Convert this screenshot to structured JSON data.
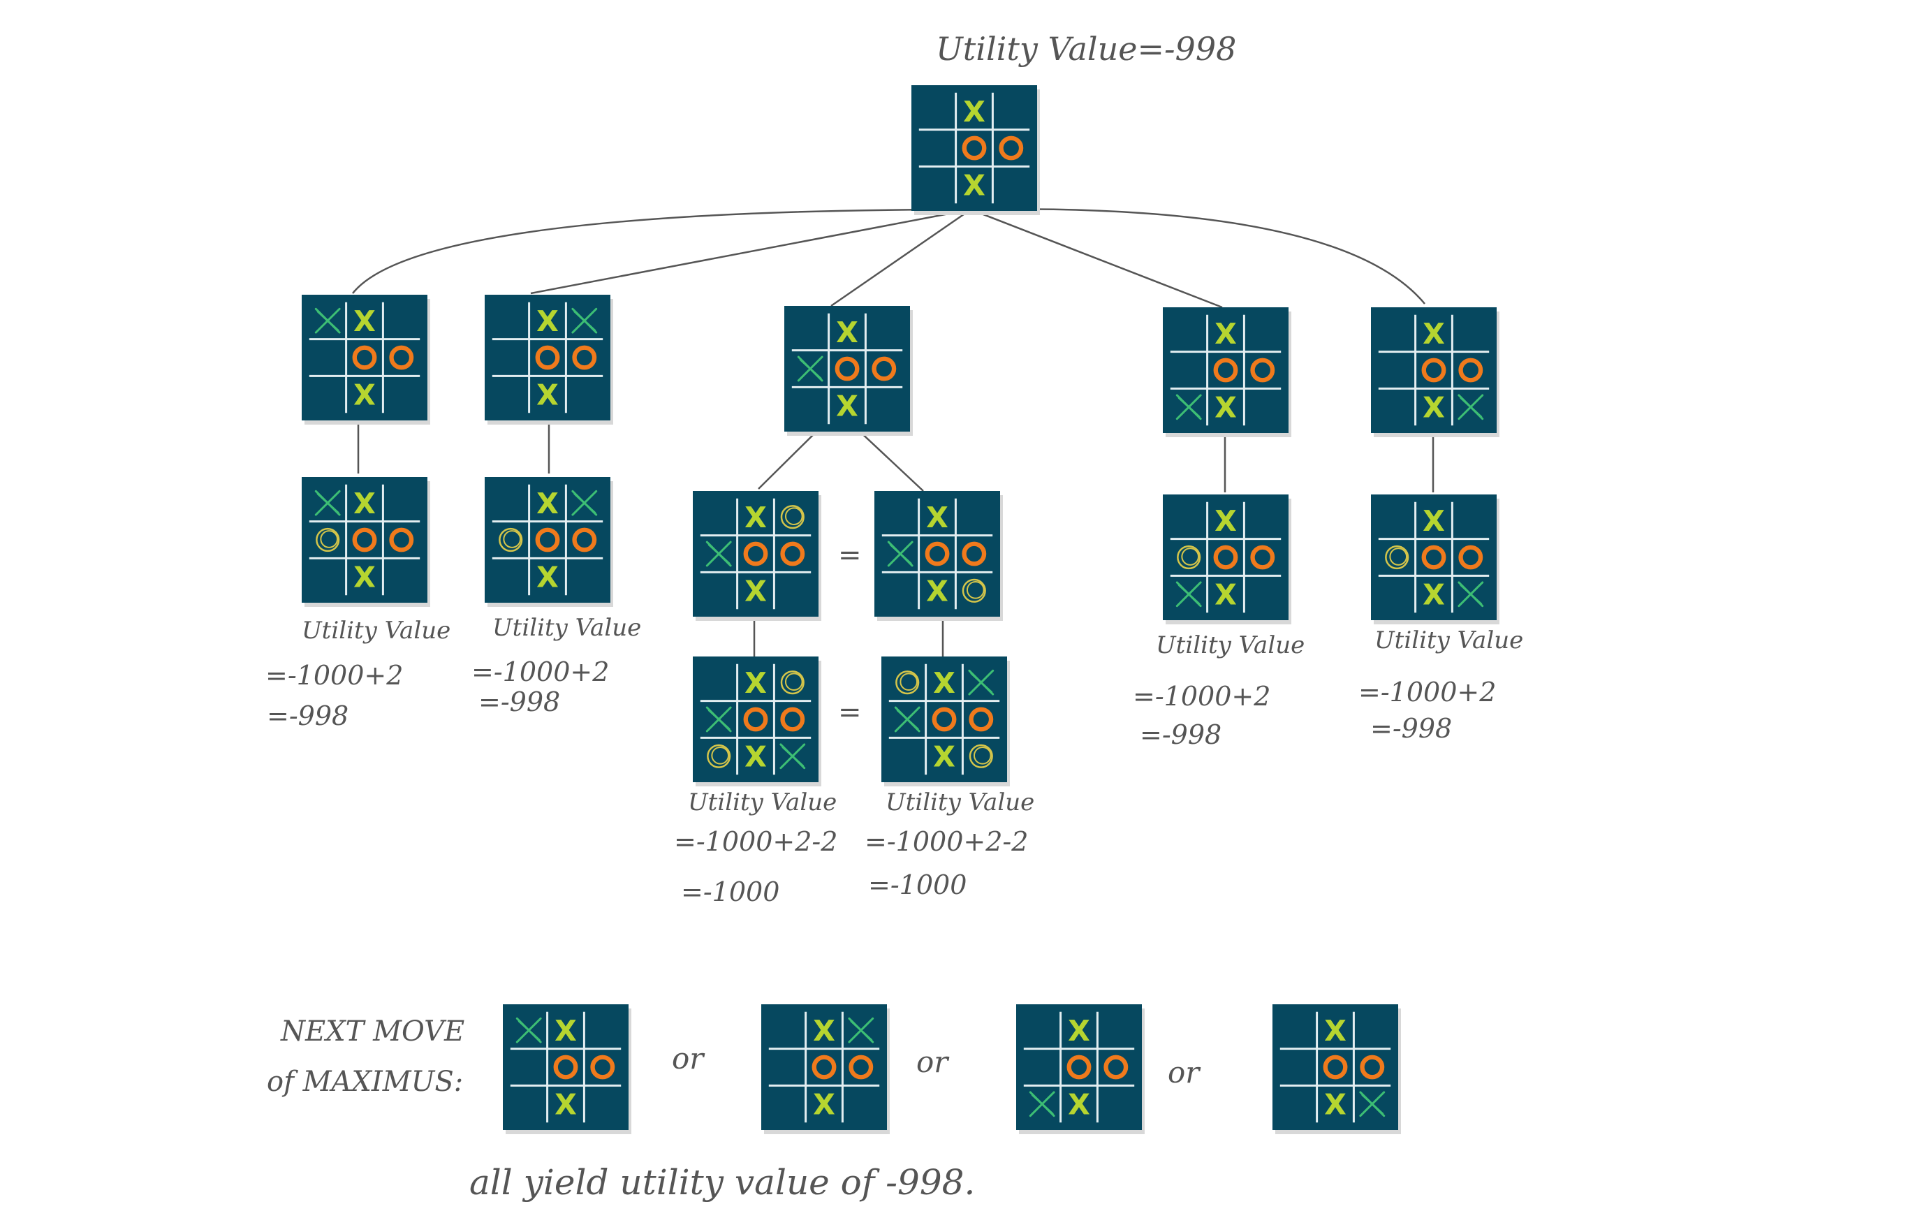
{
  "title": "Utility Value=-998",
  "colors": {
    "board_bg": "#06485F",
    "grid": "#E3EEF1",
    "ai_x": "#B6D530",
    "ai_o": "#F07A1C",
    "sketch_x": "#3DBE74",
    "sketch_o": "#D4C54A",
    "line": "#555555"
  },
  "boards": {
    "root": [
      "_",
      "X",
      "_",
      "_",
      "O",
      "O",
      "_",
      "X",
      "_"
    ],
    "c1": [
      "x",
      "X",
      "_",
      "_",
      "O",
      "O",
      "_",
      "X",
      "_"
    ],
    "c2": [
      "_",
      "X",
      "x",
      "_",
      "O",
      "O",
      "_",
      "X",
      "_"
    ],
    "c3": [
      "_",
      "X",
      "_",
      "x",
      "O",
      "O",
      "_",
      "X",
      "_"
    ],
    "c4": [
      "_",
      "X",
      "_",
      "_",
      "O",
      "O",
      "x",
      "X",
      "_"
    ],
    "c5": [
      "_",
      "X",
      "_",
      "_",
      "O",
      "O",
      "_",
      "X",
      "x"
    ],
    "g1": [
      "x",
      "X",
      "_",
      "o",
      "O",
      "O",
      "_",
      "X",
      "_"
    ],
    "g2": [
      "_",
      "X",
      "x",
      "o",
      "O",
      "O",
      "_",
      "X",
      "_"
    ],
    "g3a": [
      "_",
      "X",
      "o",
      "x",
      "O",
      "O",
      "_",
      "X",
      "_"
    ],
    "g3b": [
      "_",
      "X",
      "_",
      "x",
      "O",
      "O",
      "_",
      "X",
      "o"
    ],
    "g4": [
      "_",
      "X",
      "_",
      "o",
      "O",
      "O",
      "x",
      "X",
      "_"
    ],
    "g5": [
      "_",
      "X",
      "_",
      "o",
      "O",
      "O",
      "_",
      "X",
      "x"
    ],
    "gg3a": [
      "_",
      "X",
      "o",
      "x",
      "O",
      "O",
      "o",
      "X",
      "x"
    ],
    "gg3b": [
      "o",
      "X",
      "x",
      "x",
      "O",
      "O",
      "_",
      "X",
      "o"
    ],
    "n1": [
      "x",
      "X",
      "_",
      "_",
      "O",
      "O",
      "_",
      "X",
      "_"
    ],
    "n2": [
      "_",
      "X",
      "x",
      "_",
      "O",
      "O",
      "_",
      "X",
      "_"
    ],
    "n3": [
      "_",
      "X",
      "_",
      "_",
      "O",
      "O",
      "x",
      "X",
      "_"
    ],
    "n4": [
      "_",
      "X",
      "_",
      "_",
      "O",
      "O",
      "_",
      "X",
      "x"
    ]
  },
  "labels": {
    "uv": "Utility Value",
    "g1": [
      "=-1000+2",
      "=-998"
    ],
    "g2": [
      "=-1000+2",
      "=-998"
    ],
    "g3a": [
      "=-1000+2-2",
      "=-1000"
    ],
    "g3b": [
      "=-1000+2-2",
      "=-1000"
    ],
    "g4": [
      "=-1000+2",
      "=-998"
    ],
    "g5": [
      "=-1000+2",
      "=-998"
    ],
    "equals": "=",
    "next_move_1": "NEXT MOVE",
    "next_move_2": "of MAXIMUS:",
    "or": "or",
    "footer": "all yield utility value of -998."
  }
}
